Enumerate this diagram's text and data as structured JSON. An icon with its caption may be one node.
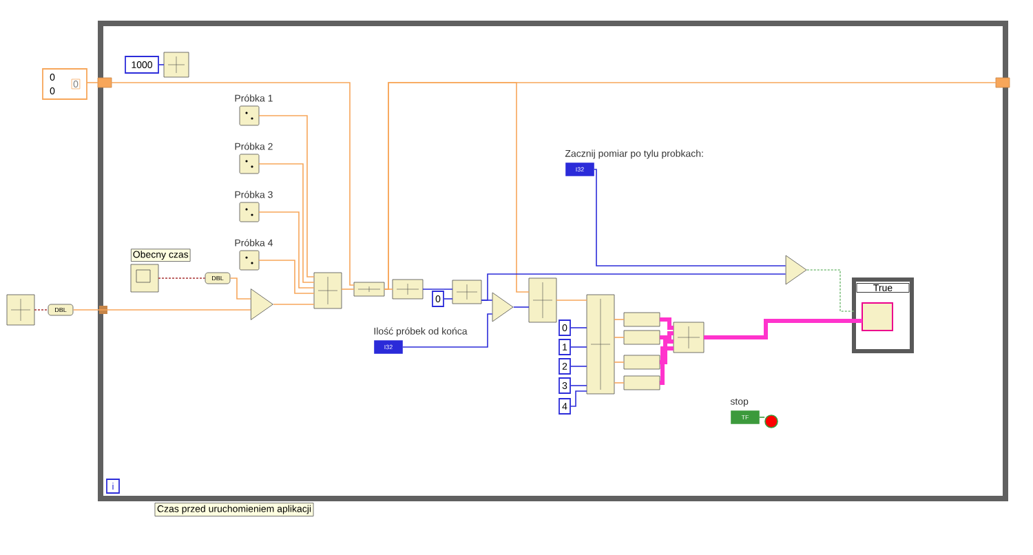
{
  "diagram": {
    "nodes": [
      {
        "text": [],
        "shape": "box"
      },
      {
        "text": [
          "1000"
        ],
        "in": 0
      },
      {
        "text": [],
        "shape": "box",
        "in": 0
      },
      {
        "text": [
          "0",
          "0",
          "0"
        ]
      },
      {
        "text": [],
        "shape": "box"
      },
      {
        "text": [
          "Próbka 1"
        ],
        "in": 0
      },
      {
        "text": [
          "Próbka 2"
        ],
        "in": 0
      },
      {
        "text": [
          "Próbka 3"
        ],
        "in": 0
      },
      {
        "text": [
          "Próbka 4"
        ],
        "in": 0
      },
      {
        "text": [
          "Obecny czas"
        ],
        "in": 0
      },
      {
        "text": [
          "DBL"
        ],
        "in": 0
      },
      {
        "text": [],
        "shape": "box"
      },
      {
        "text": [
          "DBL"
        ]
      },
      {
        "text": [],
        "shape": "triangle",
        "in": 0
      },
      {
        "text": [],
        "shape": "box",
        "in": 0
      },
      {
        "text": [],
        "shape": "box",
        "in": 0
      },
      {
        "text": [],
        "shape": "box",
        "in": 0
      },
      {
        "text": [],
        "shape": "box",
        "in": 0
      },
      {
        "text": [
          "0"
        ],
        "in": 0
      },
      {
        "text": [
          "Ilość próbek od końca",
          "I32"
        ],
        "in": 0
      },
      {
        "text": [],
        "shape": "triangle",
        "in": 0
      },
      {
        "text": [],
        "shape": "box",
        "in": 0
      },
      {
        "text": [
          "Zacznij pomiar po tylu probkach:",
          "I32"
        ],
        "in": 0
      },
      {
        "text": [],
        "shape": "triangle",
        "in": 0
      },
      {
        "text": [],
        "shape": "box",
        "in": 0
      },
      {
        "text": [
          "0"
        ],
        "in": 0
      },
      {
        "text": [
          "1"
        ],
        "in": 0
      },
      {
        "text": [
          "2"
        ],
        "in": 0
      },
      {
        "text": [
          "3"
        ],
        "in": 0
      },
      {
        "text": [
          "4"
        ],
        "in": 0
      },
      {
        "text": [],
        "shape": "box",
        "in": 0
      },
      {
        "text": [],
        "shape": "box",
        "in": 0
      },
      {
        "text": [],
        "shape": "box",
        "in": 0
      },
      {
        "text": [],
        "shape": "box",
        "in": 0
      },
      {
        "text": [],
        "shape": "box",
        "in": 0
      },
      {
        "text": [
          "True"
        ],
        "in": 0
      },
      {
        "text": [],
        "shape": "box",
        "in": 35
      },
      {
        "text": [
          "stop",
          "TF"
        ],
        "in": 0
      },
      {
        "text": [],
        "shape": "circle",
        "in": 0
      },
      {
        "text": [],
        "shape": "box"
      },
      {
        "text": [
          "i"
        ],
        "in": 0
      },
      {
        "text": [
          "Czas przed uruchomieniem aplikacji"
        ]
      }
    ],
    "edges": [
      {
        "from": 1,
        "to": 2,
        "arrow": "none",
        "color": "#2b2bd9"
      },
      {
        "from": 3,
        "to": 4,
        "arrow": "none"
      },
      {
        "from": 4,
        "to": 15,
        "arrow": "none"
      },
      {
        "from": 5,
        "to": 14,
        "arrow": "none"
      },
      {
        "from": 6,
        "to": 14,
        "arrow": "none"
      },
      {
        "from": 7,
        "to": 14,
        "arrow": "none"
      },
      {
        "from": 8,
        "to": 14,
        "arrow": "none"
      },
      {
        "from": 9,
        "to": 10,
        "arrow": "none",
        "style": "dashed",
        "color": "#a83232"
      },
      {
        "from": 10,
        "to": 13,
        "arrow": "none"
      },
      {
        "from": 11,
        "to": 12,
        "arrow": "none",
        "style": "dashed",
        "color": "#a83232"
      },
      {
        "from": 12,
        "to": 13,
        "arrow": "none"
      },
      {
        "from": 13,
        "to": 14,
        "arrow": "none"
      },
      {
        "from": 14,
        "to": 15,
        "arrow": "none"
      },
      {
        "from": 15,
        "to": 16,
        "arrow": "none"
      },
      {
        "from": 15,
        "to": 39,
        "arrow": "none"
      },
      {
        "from": 15,
        "to": 21,
        "arrow": "none"
      },
      {
        "from": 16,
        "to": 17,
        "arrow": "none",
        "color": "#2b2bd9"
      },
      {
        "from": 18,
        "to": 17,
        "arrow": "none",
        "color": "#2b2bd9"
      },
      {
        "from": 17,
        "to": 20,
        "arrow": "none",
        "color": "#2b2bd9"
      },
      {
        "from": 17,
        "to": 23,
        "arrow": "none",
        "color": "#2b2bd9"
      },
      {
        "from": 19,
        "to": 20,
        "arrow": "none",
        "color": "#2b2bd9"
      },
      {
        "from": 20,
        "to": 21,
        "arrow": "none",
        "color": "#2b2bd9"
      },
      {
        "from": 22,
        "to": 23,
        "arrow": "none",
        "color": "#2b2bd9"
      },
      {
        "from": 23,
        "to": 35,
        "arrow": "none",
        "style": "dashed",
        "color": "#7fc07f"
      },
      {
        "from": 21,
        "to": 24,
        "arrow": "none"
      },
      {
        "from": 25,
        "to": 24,
        "arrow": "none",
        "color": "#2b2bd9"
      },
      {
        "from": 26,
        "to": 24,
        "arrow": "none",
        "color": "#2b2bd9"
      },
      {
        "from": 27,
        "to": 24,
        "arrow": "none",
        "color": "#2b2bd9"
      },
      {
        "from": 28,
        "to": 24,
        "arrow": "none",
        "color": "#2b2bd9"
      },
      {
        "from": 29,
        "to": 24,
        "arrow": "none",
        "color": "#2b2bd9"
      },
      {
        "from": 24,
        "to": 30,
        "arrow": "none"
      },
      {
        "from": 24,
        "to": 31,
        "arrow": "none"
      },
      {
        "from": 24,
        "to": 32,
        "arrow": "none"
      },
      {
        "from": 24,
        "to": 33,
        "arrow": "none"
      },
      {
        "from": 30,
        "to": 34,
        "arrow": "none",
        "style": "thick",
        "color": "#ff33cc"
      },
      {
        "from": 31,
        "to": 34,
        "arrow": "none",
        "style": "thick",
        "color": "#ff33cc"
      },
      {
        "from": 32,
        "to": 34,
        "arrow": "none",
        "style": "thick",
        "color": "#ff33cc"
      },
      {
        "from": 33,
        "to": 34,
        "arrow": "none",
        "style": "thick",
        "color": "#ff33cc"
      },
      {
        "from": 34,
        "to": 36,
        "arrow": "none",
        "style": "thick",
        "color": "#ff33cc"
      },
      {
        "from": 37,
        "to": 38,
        "arrow": "none",
        "color": "#3c9a3c"
      }
    ]
  }
}
